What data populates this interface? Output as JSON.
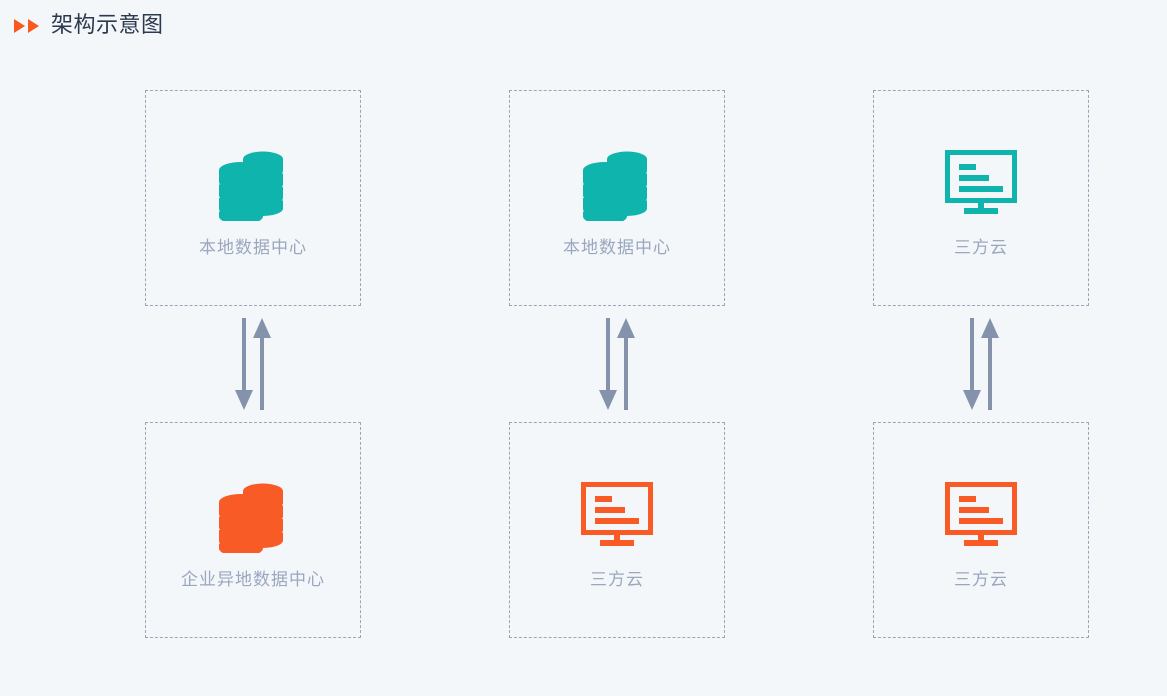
{
  "header": {
    "title": "架构示意图",
    "bullet_icon": "play-triangle-icon",
    "bullet_count": 2,
    "title_color": "#2b3a4f",
    "bullet_color": "#f9591f"
  },
  "theme": {
    "background": "#f4f7fa",
    "teal": "#0fb5ad",
    "orange": "#f95b26",
    "arrow": "#8592ab",
    "label": "#9aa7bf",
    "box_border": "#9aa6b8"
  },
  "diagram": {
    "type": "architecture-columns",
    "columns": [
      {
        "id": "column-1",
        "top": {
          "label": "本地数据中心",
          "icon": "database-stack-icon",
          "color": "#0fb5ad"
        },
        "connector": {
          "icon": "bidirectional-arrows-icon",
          "down_arrow": "arrow-down-icon",
          "up_arrow": "arrow-up-icon",
          "color": "#8592ab"
        },
        "bottom": {
          "label": "企业异地数据中心",
          "icon": "database-stack-icon",
          "color": "#f95b26"
        }
      },
      {
        "id": "column-2",
        "top": {
          "label": "本地数据中心",
          "icon": "database-stack-icon",
          "color": "#0fb5ad"
        },
        "connector": {
          "icon": "bidirectional-arrows-icon",
          "down_arrow": "arrow-down-icon",
          "up_arrow": "arrow-up-icon",
          "color": "#8592ab"
        },
        "bottom": {
          "label": "三方云",
          "icon": "monitor-icon",
          "color": "#f95b26"
        }
      },
      {
        "id": "column-3",
        "top": {
          "label": "三方云",
          "icon": "monitor-icon",
          "color": "#0fb5ad"
        },
        "connector": {
          "icon": "bidirectional-arrows-icon",
          "down_arrow": "arrow-down-icon",
          "up_arrow": "arrow-up-icon",
          "color": "#8592ab"
        },
        "bottom": {
          "label": "三方云",
          "icon": "monitor-icon",
          "color": "#f95b26"
        }
      }
    ]
  }
}
